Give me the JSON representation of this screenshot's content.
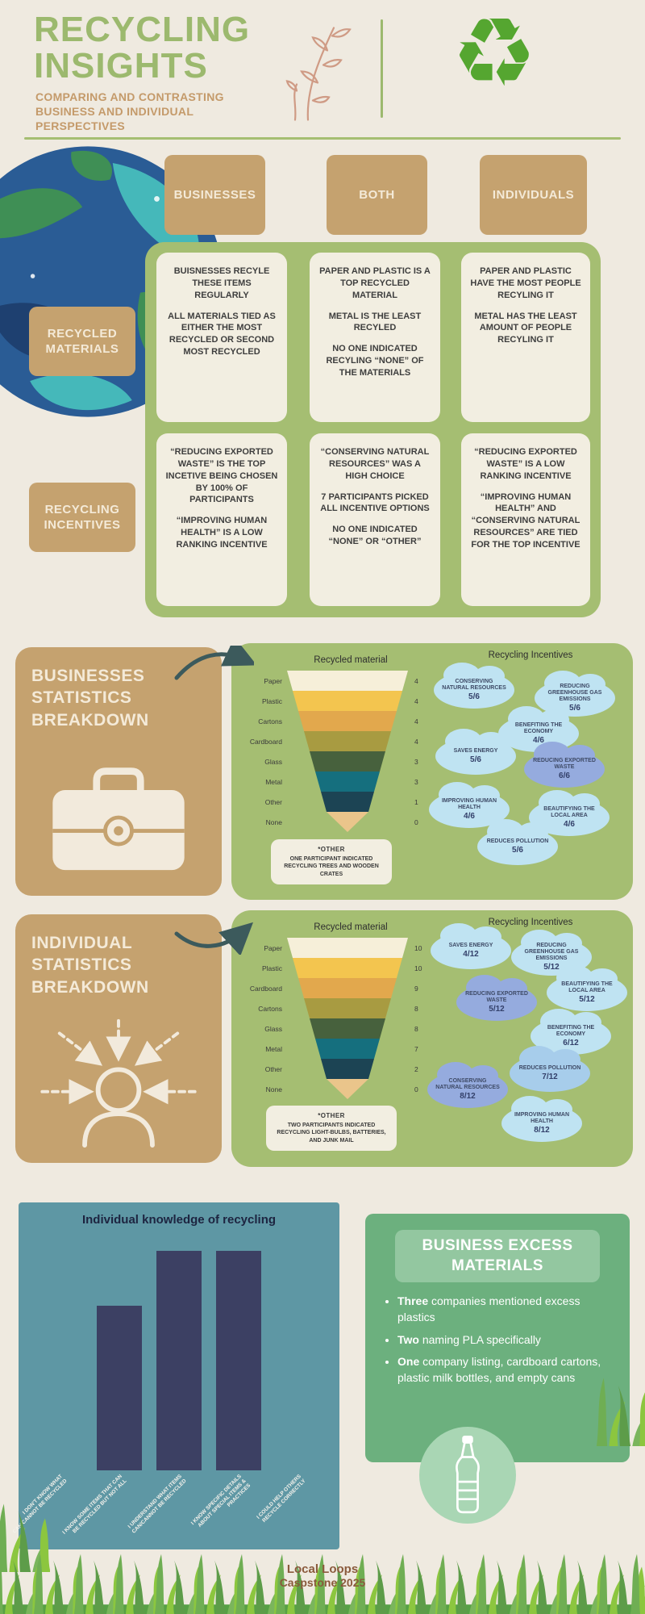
{
  "colors": {
    "page_background": "#efeae0",
    "accent_green": "#a5be72",
    "accent_tan": "#c5a26f",
    "card_cream": "#f2eee1",
    "title_green": "#9cb96e",
    "subtitle_tan": "#c49a6a",
    "heading_cream": "#f4ead8",
    "cloud_light": "#bfe3f2",
    "cloud_mid": "#a7cdeb",
    "cloud_dark": "#95abde",
    "chart_background": "#5e97a4",
    "bar_navy": "#3c4063",
    "excess_panel_green": "#6cb07e",
    "excess_header_green": "#93c7a0",
    "footer_text_brown": "#8a5a3c",
    "recycle_green": "#55a630",
    "arrow_slate": "#3c5a5c"
  },
  "icons": {
    "recycle_symbol": "♻",
    "plant": "line-art-plant",
    "earth": "painted-earth-globe",
    "briefcase": "briefcase-silhouette",
    "person": "person-with-dashed-arrows",
    "bottle": "water-bottle",
    "grass": "grass-blades",
    "arrow": "curved-arrow"
  },
  "header": {
    "title_line1": "RECYCLING",
    "title_line2": "INSIGHTS",
    "subtitle": "COMPARING AND CONTRASTING BUSINESS AND INDIVIDUAL PERSPECTIVES"
  },
  "comparison": {
    "columns": [
      "BUSINESSES",
      "BOTH",
      "INDIVIDUALS"
    ],
    "row_labels": [
      "RECYCLED MATERIALS",
      "RECYCLING INCENTIVES"
    ],
    "cells": {
      "materials_businesses": [
        "BUISNESSES RECYLE THESE ITEMS REGULARLY",
        "ALL MATERIALS TIED AS EITHER THE MOST RECYCLED OR SECOND MOST RECYCLED"
      ],
      "materials_both": [
        "PAPER AND PLASTIC IS A TOP RECYCLED MATERIAL",
        "METAL IS THE LEAST RECYLED",
        "NO ONE INDICATED RECYLING “NONE” OF THE MATERIALS"
      ],
      "materials_individuals": [
        "PAPER AND PLASTIC HAVE THE MOST PEOPLE RECYLING IT",
        "METAL HAS THE LEAST AMOUNT OF PEOPLE RECYLING IT"
      ],
      "incentives_businesses": [
        "“REDUCING EXPORTED WASTE” IS THE TOP INCETIVE BEING CHOSEN BY 100% OF PARTICIPANTS",
        "“IMPROVING HUMAN HEALTH” IS A LOW RANKING INCENTIVE"
      ],
      "incentives_both": [
        "“CONSERVING NATURAL RESOURCES” WAS A HIGH CHOICE",
        "7 PARTICIPANTS PICKED ALL INCENTIVE OPTIONS",
        "NO ONE INDICATED “NONE” OR “OTHER”"
      ],
      "incentives_individuals": [
        "“REDUCING EXPORTED WASTE” IS A LOW RANKING INCENTIVE",
        "“IMPROVING HUMAN HEALTH” AND “CONSERVING NATURAL RESOURCES” ARE TIED FOR THE TOP INCENTIVE"
      ]
    }
  },
  "business_section": {
    "title": "BUSINESSES STATISTICS BREAKDOWN",
    "note_title": "*OTHER",
    "note_body": "ONE PARTICIPANT INDICATED RECYCLING TREES AND WOODEN CRATES"
  },
  "individual_section": {
    "title": "INDIVIDUAL STATISTICS BREAKDOWN",
    "note_title": "*OTHER",
    "note_body": "TWO PARTICIPANTS INDICATED RECYCLING LIGHT-BULBS, BATTERIES, AND JUNK MAIL"
  },
  "excess": {
    "title": "BUSINESS EXCESS MATERIALS",
    "bullets": [
      {
        "bold": "Three",
        "text": " companies mentioned excess plastics"
      },
      {
        "bold": "Two",
        "text": " naming PLA specifically"
      },
      {
        "bold": "One",
        "text": " company listing, cardboard cartons, plastic milk bottles, and empty cans"
      }
    ]
  },
  "footer": {
    "line1": "Local Loops",
    "line2": "Caspstone 2025"
  },
  "chart_data": [
    {
      "id": "business_recycled_materials",
      "type": "funnel",
      "title": "Recycled material",
      "categories": [
        "Paper",
        "Plastic",
        "Cartons",
        "Cardboard",
        "Glass",
        "Metal",
        "Other",
        "None"
      ],
      "values": [
        4,
        4,
        4,
        4,
        3,
        3,
        1,
        0
      ],
      "colors": [
        "#f6efd9",
        "#f3c54f",
        "#e2a84d",
        "#a89b41",
        "#47613d",
        "#156f7e",
        "#1c4454",
        "#eac58b"
      ]
    },
    {
      "id": "business_recycling_incentives",
      "type": "bar",
      "style": "cloud-labels",
      "title": "Recycling Incentives",
      "denominator": 6,
      "items": [
        {
          "label": "CONSERVING NATURAL RESOURCES",
          "value": "5/6",
          "tone": "light"
        },
        {
          "label": "REDUCING GREENHOUSE GAS EMISSIONS",
          "value": "5/6",
          "tone": "light"
        },
        {
          "label": "BENEFITING THE ECONOMY",
          "value": "4/6",
          "tone": "light"
        },
        {
          "label": "SAVES ENERGY",
          "value": "5/6",
          "tone": "light"
        },
        {
          "label": "REDUCING EXPORTED WASTE",
          "value": "6/6",
          "tone": "dark"
        },
        {
          "label": "IMPROVING HUMAN HEALTH",
          "value": "4/6",
          "tone": "light"
        },
        {
          "label": "BEAUTIFYING THE LOCAL AREA",
          "value": "4/6",
          "tone": "light"
        },
        {
          "label": "REDUCES POLLUTION",
          "value": "5/6",
          "tone": "light"
        }
      ]
    },
    {
      "id": "individual_recycled_materials",
      "type": "funnel",
      "title": "Recycled material",
      "categories": [
        "Paper",
        "Plastic",
        "Cardboard",
        "Cartons",
        "Glass",
        "Metal",
        "Other",
        "None"
      ],
      "values": [
        10,
        10,
        9,
        8,
        8,
        7,
        2,
        0
      ],
      "colors": [
        "#f6efd9",
        "#f3c54f",
        "#e2a84d",
        "#a89b41",
        "#47613d",
        "#156f7e",
        "#1c4454",
        "#eac58b"
      ]
    },
    {
      "id": "individual_recycling_incentives",
      "type": "bar",
      "style": "cloud-labels",
      "title": "Recycling Incentives",
      "denominator": 12,
      "items": [
        {
          "label": "SAVES ENERGY",
          "value": "4/12",
          "tone": "light"
        },
        {
          "label": "REDUCING GREENHOUSE GAS EMISSIONS",
          "value": "5/12",
          "tone": "light"
        },
        {
          "label": "BEAUTIFYING THE LOCAL AREA",
          "value": "5/12",
          "tone": "light"
        },
        {
          "label": "REDUCING EXPORTED WASTE",
          "value": "5/12",
          "tone": "dark"
        },
        {
          "label": "BENEFITING THE ECONOMY",
          "value": "6/12",
          "tone": "light"
        },
        {
          "label": "REDUCES POLLUTION",
          "value": "7/12",
          "tone": "mid"
        },
        {
          "label": "CONSERVING NATURAL RESOURCES",
          "value": "8/12",
          "tone": "dark"
        },
        {
          "label": "IMPROVING HUMAN HEALTH",
          "value": "8/12",
          "tone": "light"
        }
      ]
    },
    {
      "id": "individual_knowledge",
      "type": "bar",
      "title": "Individual knowledge of recycling",
      "categories": [
        "I DON'T KNOW WHAT CAN/CANNOT BE RECYCLED",
        "I KNOW SOME ITEMS THAT CAN BE RECYCLED BUT NOT ALL",
        "I UNDERSTAND WHAT ITEMS CAN/CANNOT BE RECYCLED",
        "I KNOW SPECIFIC DETAILS ABOUT SPECIAL ITEMS & PRACTICES",
        "I COULD HELP OTHERS RECYCLE CORRECTLY"
      ],
      "values": [
        0,
        3,
        4,
        4,
        0
      ],
      "ylim": [
        0,
        4
      ],
      "grid": false,
      "legend": false
    }
  ]
}
